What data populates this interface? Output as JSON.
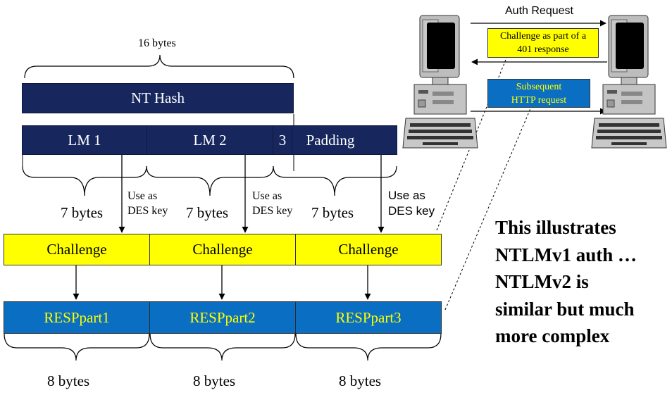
{
  "top_brace_label": "16 bytes",
  "nt_hash": "NT Hash",
  "segments": {
    "lm1": "LM 1",
    "lm2": "LM 2",
    "three": "3",
    "padding": "Padding"
  },
  "seven_bytes": [
    "7 bytes",
    "7 bytes",
    "7 bytes"
  ],
  "use_as_des_key": [
    {
      "line1": "Use as",
      "line2": "DES key"
    },
    {
      "line1": "Use as",
      "line2": "DES key"
    },
    {
      "line1": "Use as",
      "line2": "DES key"
    }
  ],
  "challenges": [
    "Challenge",
    "Challenge",
    "Challenge"
  ],
  "responses": [
    "RESPpart1",
    "RESPpart2",
    "RESPpart3"
  ],
  "eight_bytes": [
    "8 bytes",
    "8 bytes",
    "8 bytes"
  ],
  "protocol": {
    "auth_request": "Auth Request",
    "challenge_msg_line1": "Challenge as part of a",
    "challenge_msg_line2": "401 response",
    "subsequent_line1": "Subsequent",
    "subsequent_line2": "HTTP request"
  },
  "note_lines": [
    "This illustrates",
    "NTLMv1 auth …",
    "NTLMv2 is",
    "similar but much",
    "more complex"
  ],
  "colors": {
    "navy": "#17275e",
    "yellow": "#ffff00",
    "blue": "#0a6fc2"
  }
}
